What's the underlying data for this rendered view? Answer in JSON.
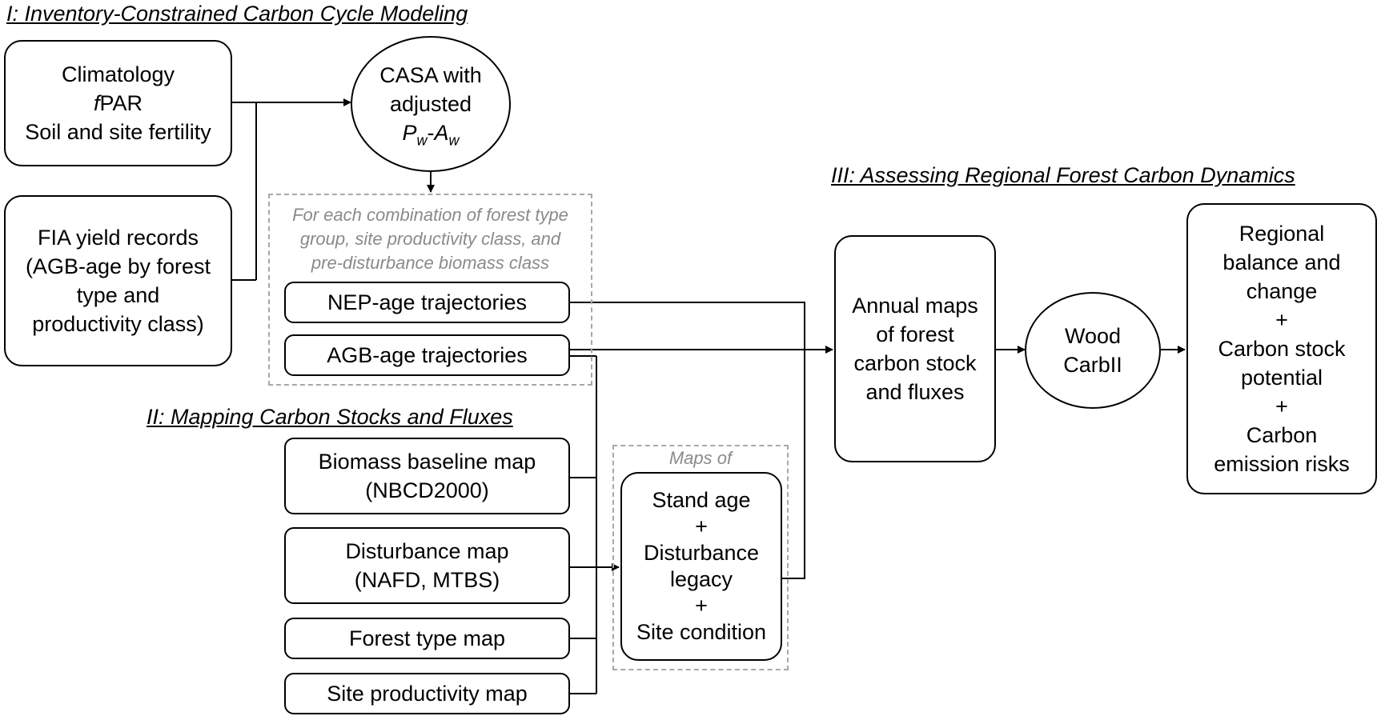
{
  "headings": {
    "section1": "I: Inventory-Constrained Carbon Cycle Modeling",
    "section2": "II: Mapping Carbon Stocks and Fluxes",
    "section3": "III: Assessing Regional Forest Carbon Dynamics"
  },
  "inputs": {
    "climate": {
      "line1": "Climatology",
      "line2_italic": "f",
      "line2_rest": "PAR",
      "line3": "Soil and site fertility"
    },
    "fia": {
      "lines": [
        "FIA yield records",
        "(AGB-age by forest",
        "type and",
        "productivity class)"
      ]
    }
  },
  "casa": {
    "line1": "CASA with",
    "line2": "adjusted",
    "p": "P",
    "p_sub": "w",
    "dash": "-",
    "a": "A",
    "a_sub": "w"
  },
  "combination_note": {
    "lines": [
      "For each combination of forest type",
      "group, site productivity class, and",
      "pre-disturbance biomass class"
    ]
  },
  "trajectories": {
    "nep": "NEP-age trajectories",
    "agb": "AGB-age trajectories"
  },
  "maps": {
    "biomass": {
      "line1": "Biomass baseline map",
      "line2": "(NBCD2000)"
    },
    "disturbance": {
      "line1": "Disturbance map",
      "line2": "(NAFD, MTBS)"
    },
    "forest_type": "Forest type map",
    "site_productivity": "Site productivity map"
  },
  "maps_of": {
    "label": "Maps of",
    "lines": [
      "Stand age",
      "+",
      "Disturbance",
      "legacy",
      "+",
      "Site condition"
    ]
  },
  "annual_maps": {
    "lines": [
      "Annual maps",
      "of forest",
      "carbon stock",
      "and fluxes"
    ]
  },
  "woodcarb": {
    "line1": "Wood",
    "line2": "CarbII"
  },
  "outcomes": {
    "lines": [
      "Regional",
      "balance and",
      "change",
      "+",
      "Carbon stock",
      "potential",
      "+",
      "Carbon",
      "emission risks"
    ]
  }
}
